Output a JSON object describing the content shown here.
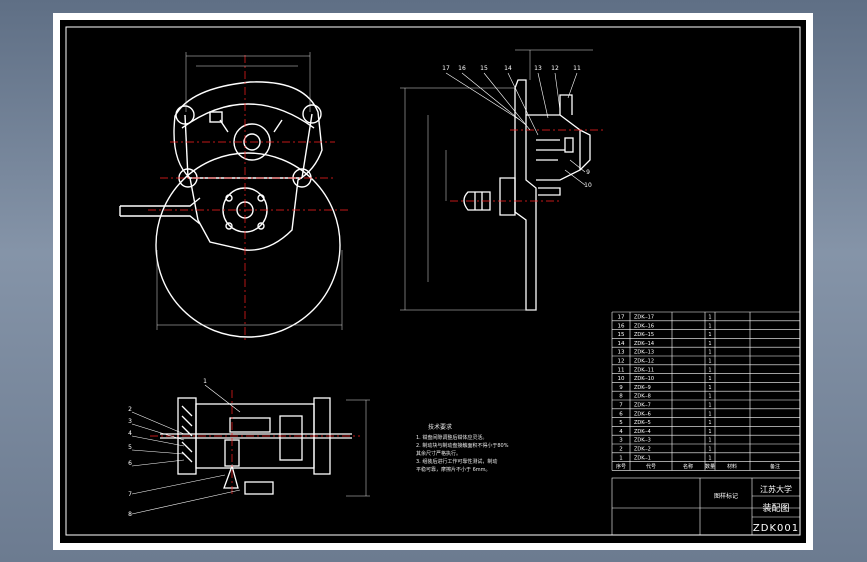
{
  "drawing_number": "ZDK001",
  "drawing_name": "装配图",
  "school": "江苏大学",
  "scale_label": "图样标记",
  "technical_requirements": {
    "title": "技术要求",
    "items": [
      "1. 钳盘间隙调整后钳体应灵活。",
      "2. 制动块与制动盘接触面积不得小于80%",
      "   其余尺寸严格执行。",
      "3. 组装后进行工作可靠性测试，制动",
      "   平稳可靠，摩擦片不小于 6mm。"
    ]
  },
  "parts_list": {
    "rows": [
      {
        "no": "17",
        "code": "ZDK--17",
        "qty": "1"
      },
      {
        "no": "16",
        "code": "ZDK--16",
        "qty": "1"
      },
      {
        "no": "15",
        "code": "ZDK--15",
        "qty": "1"
      },
      {
        "no": "14",
        "code": "ZDK--14",
        "qty": "1"
      },
      {
        "no": "13",
        "code": "ZDK--13",
        "qty": "1"
      },
      {
        "no": "12",
        "code": "ZDK--12",
        "qty": "1"
      },
      {
        "no": "11",
        "code": "ZDK--11",
        "qty": "1"
      },
      {
        "no": "10",
        "code": "ZDK--10",
        "qty": "1"
      },
      {
        "no": "9",
        "code": "ZDK--9",
        "qty": "1"
      },
      {
        "no": "8",
        "code": "ZDK--8",
        "qty": "1"
      },
      {
        "no": "7",
        "code": "ZDK--7",
        "qty": "1"
      },
      {
        "no": "6",
        "code": "ZDK--6",
        "qty": "1"
      },
      {
        "no": "5",
        "code": "ZDK--5",
        "qty": "1"
      },
      {
        "no": "4",
        "code": "ZDK--4",
        "qty": "1"
      },
      {
        "no": "3",
        "code": "ZDK--3",
        "qty": "1"
      },
      {
        "no": "2",
        "code": "ZDK--2",
        "qty": "1"
      },
      {
        "no": "1",
        "code": "ZDK--1",
        "qty": "1"
      }
    ],
    "header": {
      "no": "序号",
      "code": "代号",
      "name": "名称",
      "qty": "数量",
      "material": "材料",
      "note": "备注"
    }
  },
  "section_view_labels": [
    "17",
    "16",
    "15",
    "14",
    "13",
    "12",
    "11",
    "9",
    "10"
  ],
  "bottom_view_labels": [
    "1",
    "2",
    "3",
    "4",
    "5",
    "6",
    "7",
    "8"
  ],
  "colors": {
    "sheet": "#ffffff",
    "background": "#000000",
    "outline": "#ffffff",
    "centerline": "#ff2020",
    "dimension": "#e0e0e0"
  }
}
